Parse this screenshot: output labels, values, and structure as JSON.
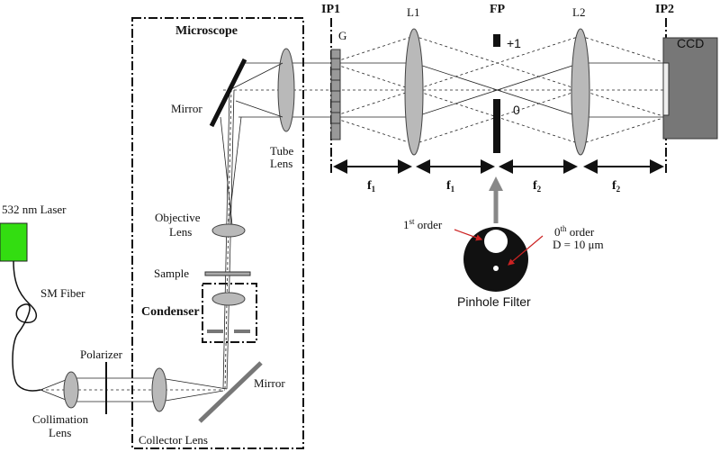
{
  "labels": {
    "microscope": "Microscope",
    "ip1": "IP1",
    "ip2": "IP2",
    "fp": "FP",
    "l1": "L1",
    "l2": "L2",
    "g": "G",
    "ccd": "CCD",
    "plus1": "+1",
    "zero": "0",
    "mirror_top": "Mirror",
    "tube_lens_1": "Tube",
    "tube_lens_2": "Lens",
    "objective_1": "Objective",
    "objective_2": "Lens",
    "sample": "Sample",
    "condenser": "Condenser",
    "laser": "532 nm Laser",
    "sm_fiber": "SM Fiber",
    "polarizer": "Polarizer",
    "collimation_1": "Collimation",
    "collimation_2": "Lens",
    "collector": "Collector Lens",
    "mirror_bottom": "Mirror",
    "first_order_base": "1",
    "first_order_sup": "st",
    "first_order_rest": " order",
    "zeroth_order_base": "0",
    "zeroth_order_sup": "th",
    "zeroth_order_rest": "  order",
    "pinhole_d": "D = 10 μm",
    "pinhole_filter": "Pinhole Filter",
    "f1_a": "f",
    "f1_a_sub": "1",
    "f1_b": "f",
    "f1_b_sub": "1",
    "f2_a": "f",
    "f2_a_sub": "2",
    "f2_b": "f",
    "f2_b_sub": "2"
  },
  "colors": {
    "laser": "#33dd11",
    "lens": "#b9b9b9",
    "ccd": "#777777",
    "arrow_gray": "#888888",
    "red_arrow": "#cc2222"
  }
}
